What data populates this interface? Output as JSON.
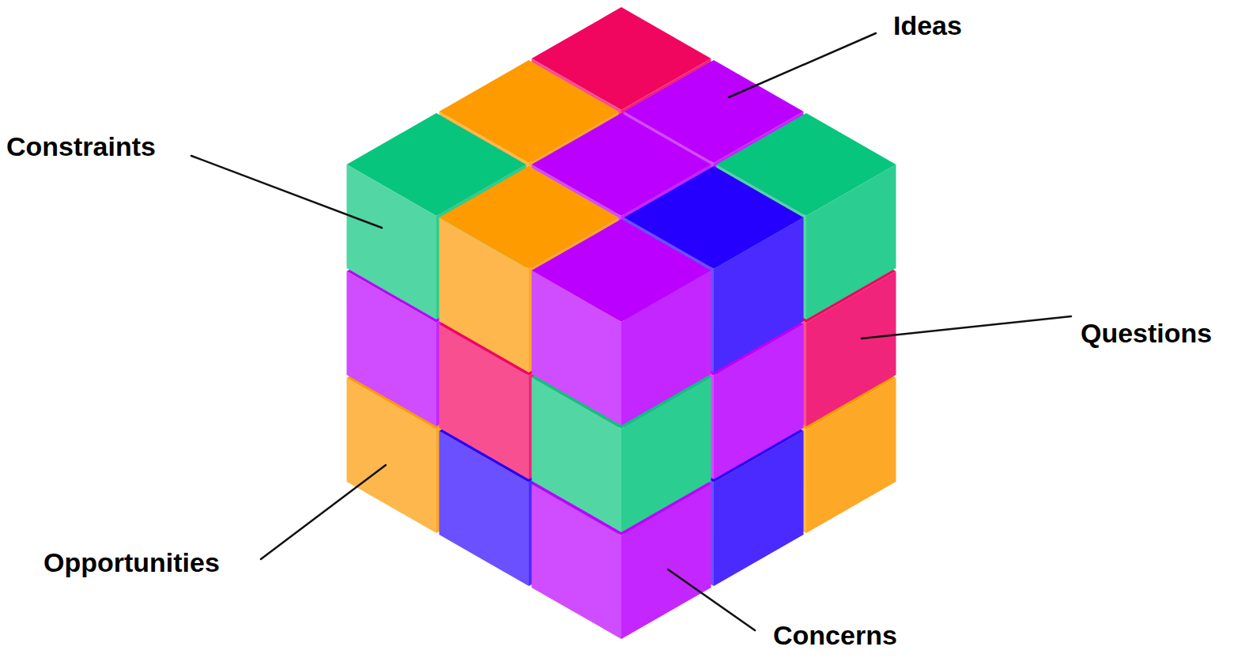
{
  "diagram": {
    "labels": [
      "Ideas",
      "Constraints",
      "Questions",
      "Opportunities",
      "Concerns"
    ]
  }
}
